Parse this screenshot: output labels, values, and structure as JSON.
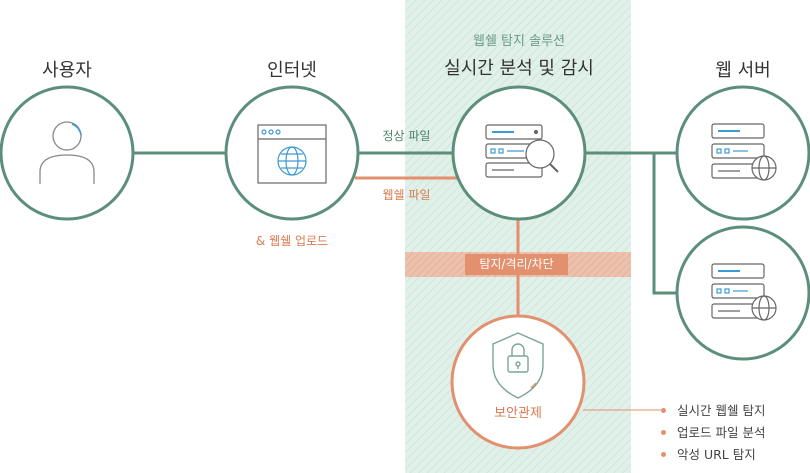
{
  "nodes": {
    "user": {
      "title": "사용자"
    },
    "internet": {
      "title": "인터넷",
      "caption": "& 웹쉘 업로드"
    },
    "monitor": {
      "subtitle": "웹쉘 탐지 솔루션",
      "title": "실시간 분석 및 감시"
    },
    "webserver": {
      "title": "웹 서버"
    },
    "security": {
      "title": "보안관제"
    }
  },
  "edges": {
    "normal_file": "정상 파일",
    "webshell_file": "웹쉘 파일",
    "detect_bar": "탐지/격리/차단"
  },
  "legend": {
    "items": [
      "실시간 웹쉘 탐지",
      "업로드 파일 분석",
      "악성 URL 탐지"
    ]
  },
  "colors": {
    "green": "#5b8f7a",
    "orange": "#e2906d",
    "band": "#dff0e9",
    "detect_bar": "#e9b9a3"
  }
}
